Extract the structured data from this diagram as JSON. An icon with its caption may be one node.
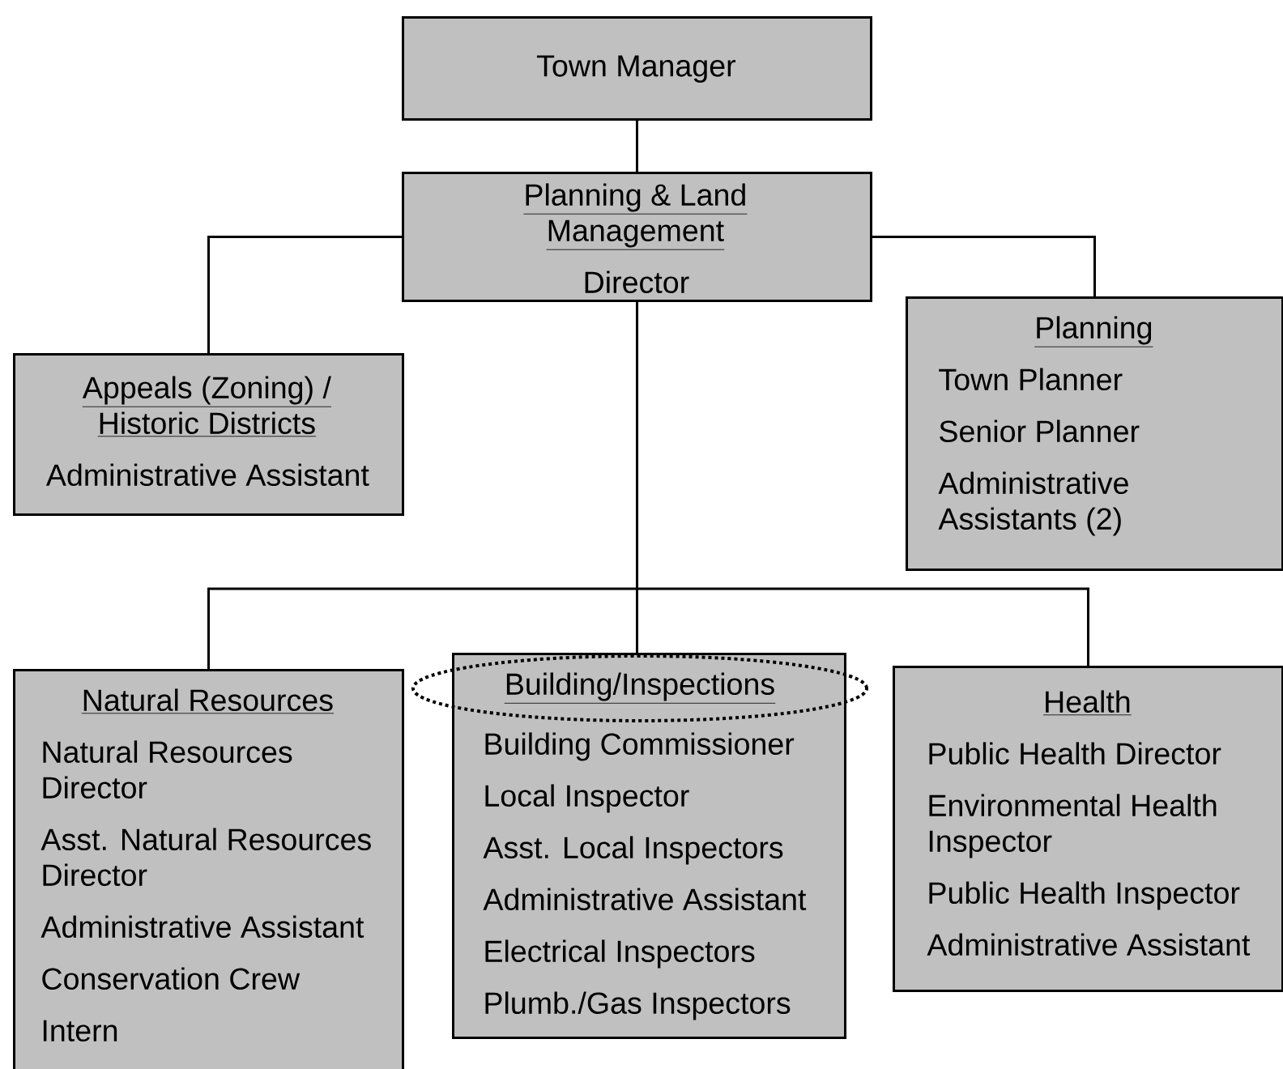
{
  "diagram": {
    "nodes": [
      {
        "text": [
          "Town Manager"
        ]
      },
      {
        "text": [
          "Planning & Land Management",
          "Director"
        ]
      },
      {
        "text": [
          "Appeals (Zoning) / Historic Districts",
          "Administrative Assistant"
        ]
      },
      {
        "text": [
          "Planning",
          "Town Planner",
          "Senior Planner",
          "Administrative Assistants (2)"
        ]
      },
      {
        "text": [
          "Natural Resources",
          "Natural Resources Director",
          "Asst. Natural Resources Director",
          "Administrative Assistant",
          "Conservation Crew",
          "Intern"
        ]
      },
      {
        "text": [
          "Building Commissioner",
          "Local Inspector",
          "Asst. Local Inspectors",
          "Administrative Assistant",
          "Electrical Inspectors",
          "Plumb./Gas Inspectors"
        ]
      },
      {
        "text": [
          "Health",
          "Public Health Director",
          "Environmental Health Inspector",
          "Public Health Inspector",
          "Administrative Assistant"
        ]
      },
      {
        "text": [
          "Building/Inspections"
        ],
        "in": 5
      }
    ],
    "edges": [
      {
        "from": 0,
        "to": 1,
        "arrow": "none"
      },
      {
        "from": 1,
        "to": 2,
        "arrow": "none"
      },
      {
        "from": 1,
        "to": 3,
        "arrow": "none"
      },
      {
        "from": 1,
        "to": 4,
        "arrow": "none"
      },
      {
        "from": 1,
        "to": 5,
        "arrow": "none"
      },
      {
        "from": 1,
        "to": 6,
        "arrow": "none"
      }
    ]
  }
}
